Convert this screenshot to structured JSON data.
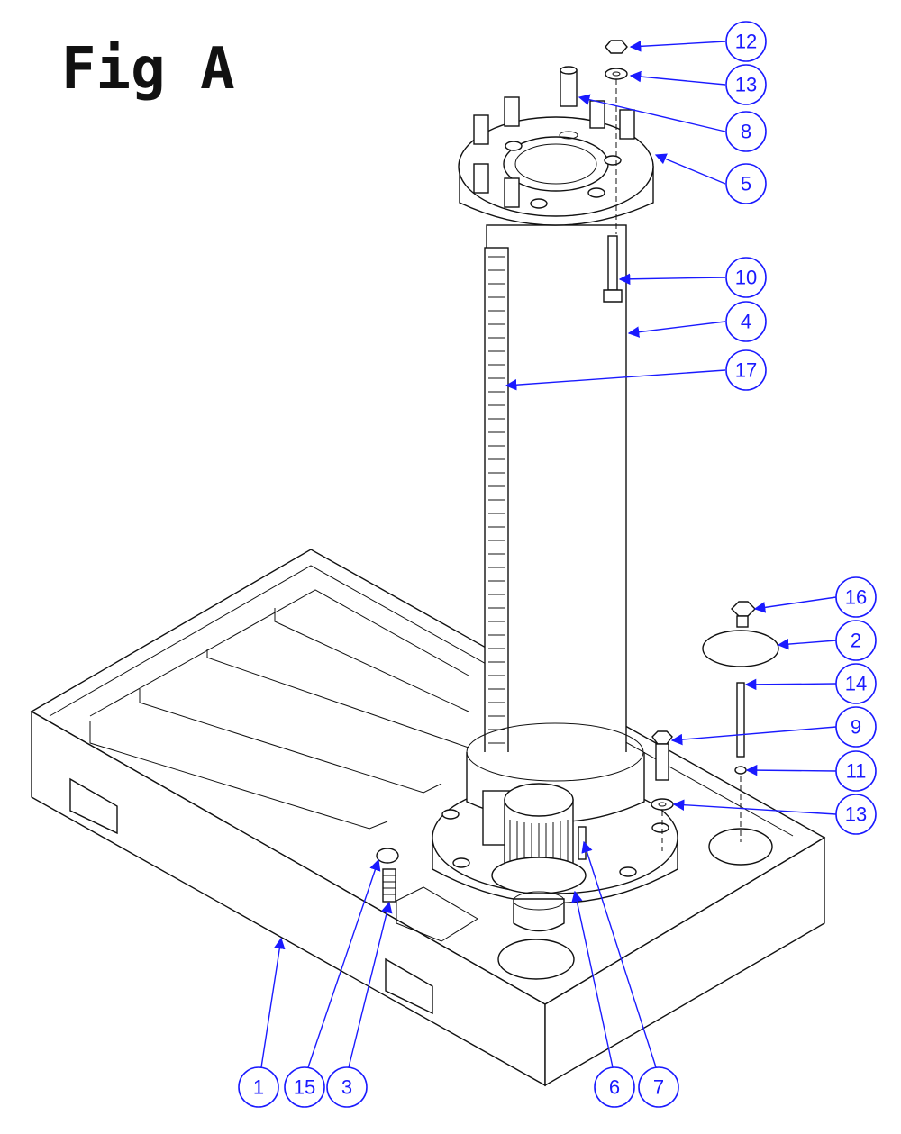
{
  "figure": {
    "title": "Fig A",
    "colors": {
      "callout": "#1a1aff",
      "line": "#111111",
      "background": "#ffffff"
    },
    "callouts": [
      {
        "id": "c12",
        "label": "12"
      },
      {
        "id": "c13a",
        "label": "13"
      },
      {
        "id": "c8",
        "label": "8"
      },
      {
        "id": "c5",
        "label": "5"
      },
      {
        "id": "c10",
        "label": "10"
      },
      {
        "id": "c4",
        "label": "4"
      },
      {
        "id": "c17",
        "label": "17"
      },
      {
        "id": "c16",
        "label": "16"
      },
      {
        "id": "c2",
        "label": "2"
      },
      {
        "id": "c14",
        "label": "14"
      },
      {
        "id": "c9",
        "label": "9"
      },
      {
        "id": "c11",
        "label": "11"
      },
      {
        "id": "c13b",
        "label": "13"
      },
      {
        "id": "c1",
        "label": "1"
      },
      {
        "id": "c15",
        "label": "15"
      },
      {
        "id": "c3",
        "label": "3"
      },
      {
        "id": "c6",
        "label": "6"
      },
      {
        "id": "c7",
        "label": "7"
      }
    ]
  }
}
